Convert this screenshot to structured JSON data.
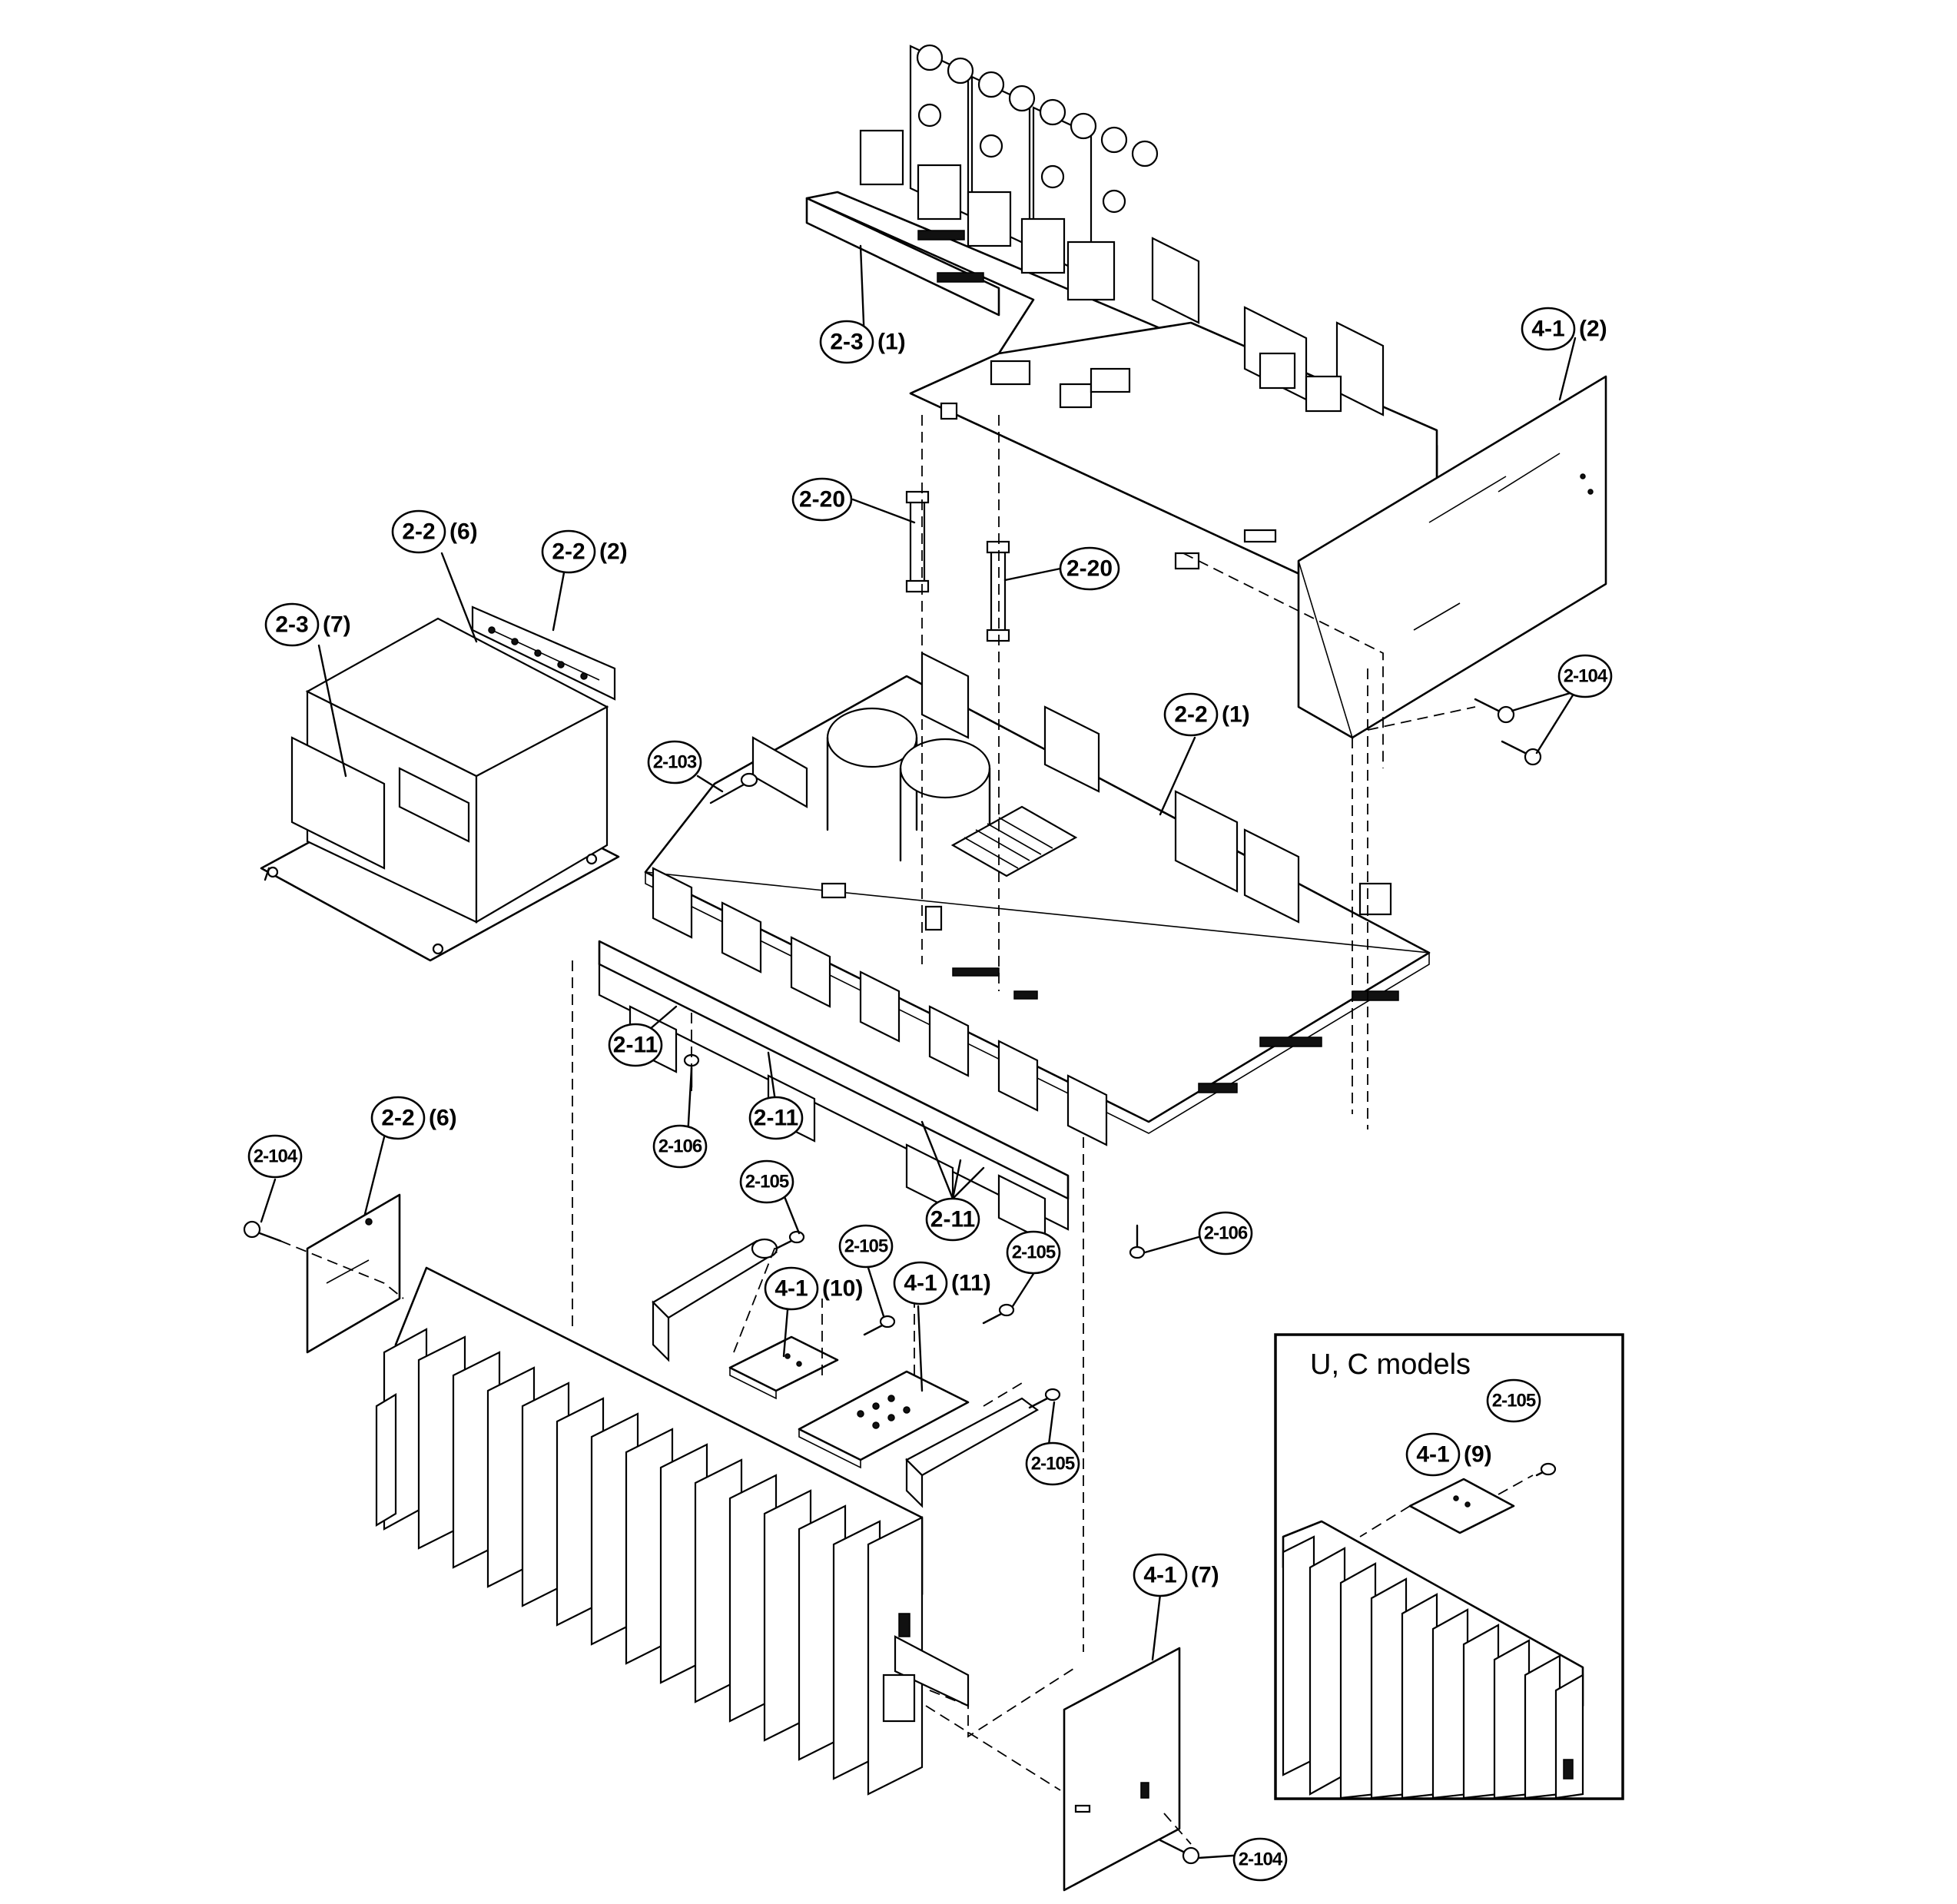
{
  "inset": {
    "title": "U, C models"
  },
  "callouts": [
    {
      "id": "c1",
      "label": "2-3",
      "qty": "(1)"
    },
    {
      "id": "c2",
      "label": "4-1",
      "qty": "(2)"
    },
    {
      "id": "c3",
      "label": "2-20",
      "qty": ""
    },
    {
      "id": "c4",
      "label": "2-20",
      "qty": ""
    },
    {
      "id": "c5",
      "label": "2-2",
      "qty": "(6)"
    },
    {
      "id": "c6",
      "label": "2-2",
      "qty": "(2)"
    },
    {
      "id": "c7",
      "label": "2-3",
      "qty": "(7)"
    },
    {
      "id": "c8",
      "label": "2-104",
      "qty": ""
    },
    {
      "id": "c9",
      "label": "2-2",
      "qty": "(1)"
    },
    {
      "id": "c10",
      "label": "2-103",
      "qty": ""
    },
    {
      "id": "c11",
      "label": "2-11",
      "qty": ""
    },
    {
      "id": "c12",
      "label": "2-106",
      "qty": ""
    },
    {
      "id": "c13",
      "label": "2-11",
      "qty": ""
    },
    {
      "id": "c14",
      "label": "2-2",
      "qty": "(6)"
    },
    {
      "id": "c15",
      "label": "2-104",
      "qty": ""
    },
    {
      "id": "c16",
      "label": "2-105",
      "qty": ""
    },
    {
      "id": "c17",
      "label": "2-11",
      "qty": ""
    },
    {
      "id": "c18",
      "label": "2-106",
      "qty": ""
    },
    {
      "id": "c19",
      "label": "2-105",
      "qty": ""
    },
    {
      "id": "c20",
      "label": "2-105",
      "qty": ""
    },
    {
      "id": "c21",
      "label": "4-1",
      "qty": "(10)"
    },
    {
      "id": "c22",
      "label": "4-1",
      "qty": "(11)"
    },
    {
      "id": "c23",
      "label": "2-105",
      "qty": ""
    },
    {
      "id": "c24",
      "label": "4-1",
      "qty": "(7)"
    },
    {
      "id": "c25",
      "label": "2-104",
      "qty": ""
    },
    {
      "id": "c26",
      "label": "2-105",
      "qty": ""
    },
    {
      "id": "c27",
      "label": "4-1",
      "qty": "(9)"
    }
  ]
}
